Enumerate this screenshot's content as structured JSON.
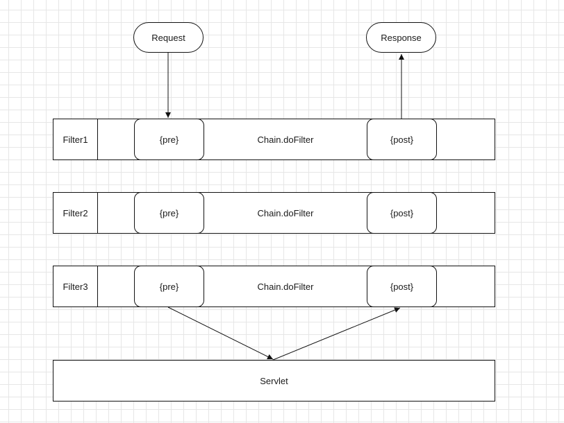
{
  "request": "Request",
  "response": "Response",
  "filters": [
    {
      "name": "Filter1",
      "pre": "{pre}",
      "chain": "Chain.doFilter",
      "post": "{post}"
    },
    {
      "name": "Filter2",
      "pre": "{pre}",
      "chain": "Chain.doFilter",
      "post": "{post}"
    },
    {
      "name": "Filter3",
      "pre": "{pre}",
      "chain": "Chain.doFilter",
      "post": "{post}"
    }
  ],
  "servlet": "Servlet"
}
